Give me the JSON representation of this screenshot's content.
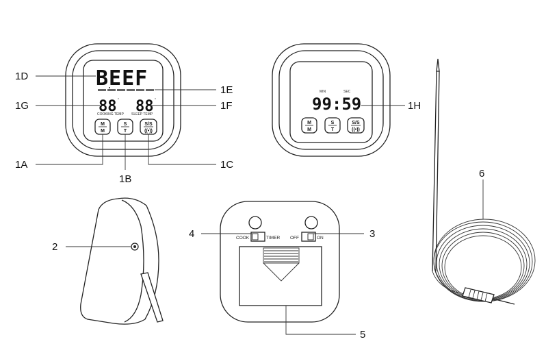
{
  "front_view": {
    "lcd_word": "BEEF",
    "temp_left": "88",
    "temp_right": "88",
    "unit_left": "°",
    "unit_right": "°",
    "small_left": "COOKING TEMP",
    "small_right": "SLEEP TEMP",
    "button_mm_top": "M",
    "button_mm_bottom": "M",
    "button_st_top": "S",
    "button_st_bottom": "T",
    "button_ss_top": "S/S",
    "button_ss_bottom": "((•))"
  },
  "timer_view": {
    "lcd_time": "99:59",
    "label_min": "MIN",
    "label_sec": "SEC",
    "button_mm_top": "M",
    "button_mm_bottom": "M",
    "button_st_top": "S",
    "button_st_bottom": "T",
    "button_ss_top": "S/S",
    "button_ss_bottom": "((•))"
  },
  "back_view": {
    "switch_left_a": "COOK",
    "switch_left_b": "TIMER",
    "switch_right_a": "OFF",
    "switch_right_b": "ON"
  },
  "callouts": {
    "c1D": "1D",
    "c1E": "1E",
    "c1G": "1G",
    "c1F": "1F",
    "c1A": "1A",
    "c1B": "1B",
    "c1C": "1C",
    "c1H": "1H",
    "c2": "2",
    "c3": "3",
    "c4": "4",
    "c5": "5",
    "c6": "6"
  }
}
